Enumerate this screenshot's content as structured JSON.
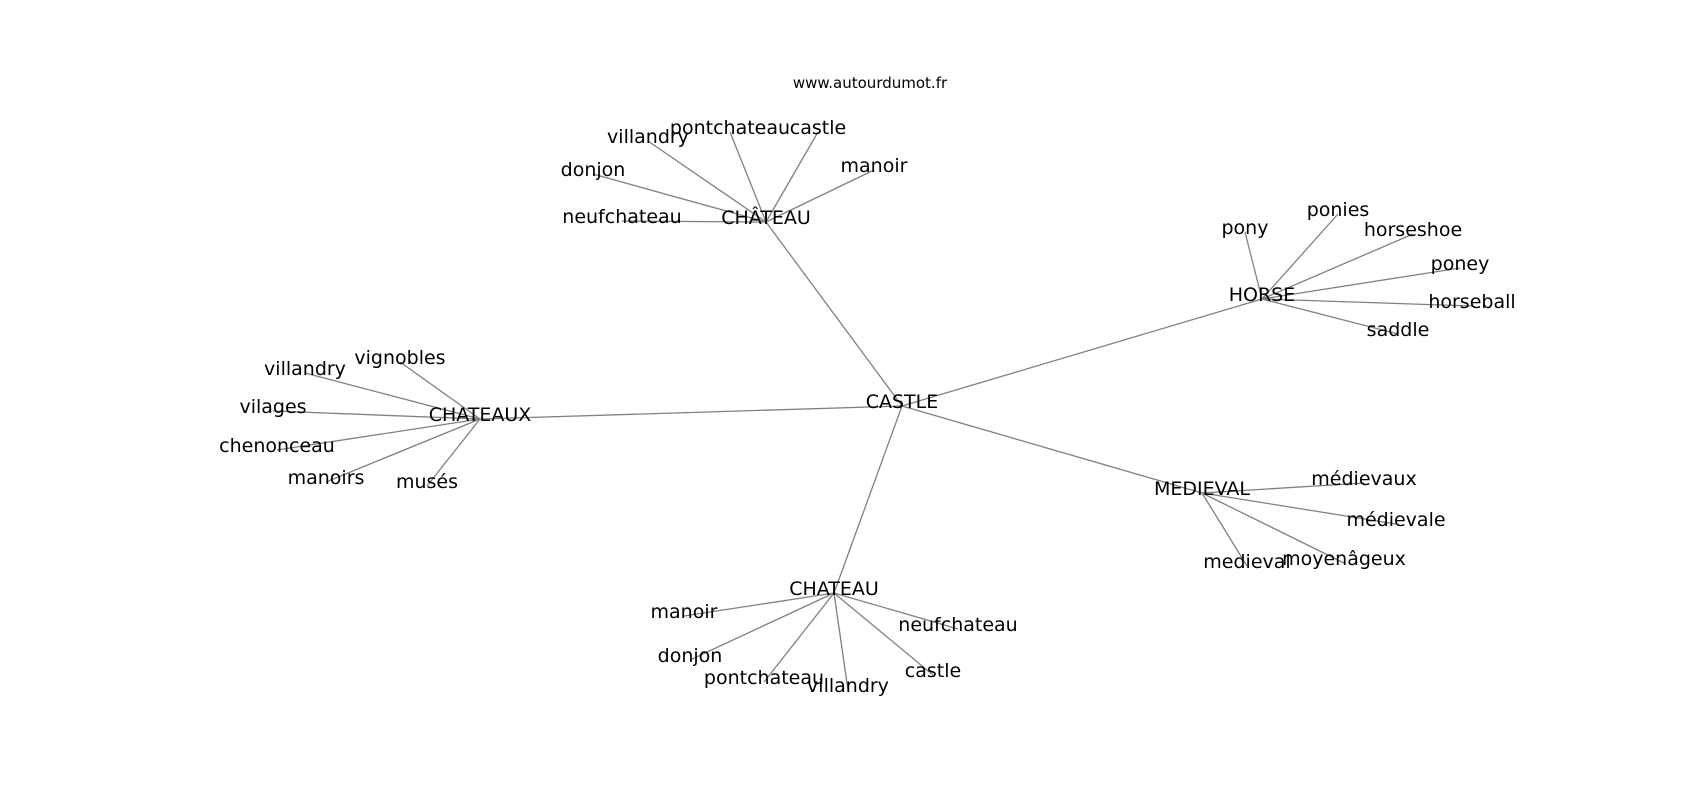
{
  "watermark": "www.autourdumot.fr",
  "graph": {
    "edge_color": "#808080",
    "root": {
      "id": "castle_root",
      "label": "CASTLE"
    },
    "hubs": [
      {
        "id": "chateau_accent",
        "label": "CHÂTEAU",
        "children": [
          "pontchateau",
          "castle",
          "villandry",
          "donjon",
          "manoir",
          "neufchateau"
        ]
      },
      {
        "id": "horse",
        "label": "HORSE",
        "children": [
          "ponies",
          "pony",
          "horseshoe",
          "poney",
          "horseball",
          "saddle"
        ]
      },
      {
        "id": "chateaux",
        "label": "CHATEAUX",
        "children": [
          "vignobles",
          "villandry",
          "vilages",
          "chenonceau",
          "manoirs",
          "musés"
        ]
      },
      {
        "id": "medieval",
        "label": "MEDIEVAL",
        "children": [
          "médievaux",
          "médievale",
          "moyenâgeux",
          "medieval"
        ]
      },
      {
        "id": "chateau_plain",
        "label": "CHATEAU",
        "children": [
          "manoir",
          "neufchateau",
          "donjon",
          "castle",
          "pontchateau",
          "villandry"
        ]
      }
    ]
  }
}
